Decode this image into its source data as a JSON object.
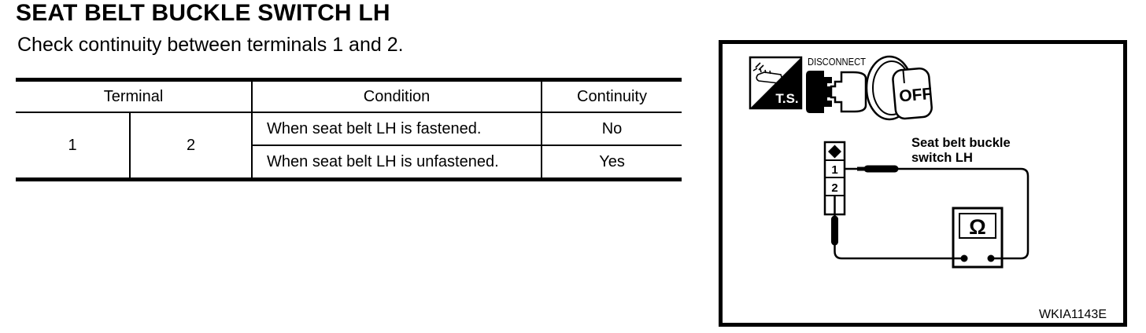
{
  "page": {
    "title": "SEAT BELT BUCKLE SWITCH LH",
    "instruction": "Check continuity between terminals 1 and 2."
  },
  "table": {
    "headers": {
      "terminal": "Terminal",
      "condition": "Condition",
      "continuity": "Continuity"
    },
    "terminal_cells": [
      "1",
      "2"
    ],
    "rows": [
      {
        "condition": "When seat belt LH is fastened.",
        "continuity": "No"
      },
      {
        "condition": "When seat belt LH is unfastened.",
        "continuity": "Yes"
      }
    ]
  },
  "figure": {
    "icons": {
      "tester": {
        "name": "ts-tester-icon",
        "label": "T.S."
      },
      "disconnect": {
        "name": "disconnect-connector-icon",
        "label": "DISCONNECT"
      },
      "ignition": {
        "name": "ignition-key-off-icon",
        "label": "OFF"
      }
    },
    "switch_label_line1": "Seat belt buckle",
    "switch_label_line2": "switch LH",
    "connector_pins": [
      "1",
      "2"
    ],
    "ohmmeter_symbol": "Ω",
    "figure_code": "WKIA1143E",
    "colors": {
      "ink": "#000000",
      "paper": "#ffffff"
    }
  }
}
